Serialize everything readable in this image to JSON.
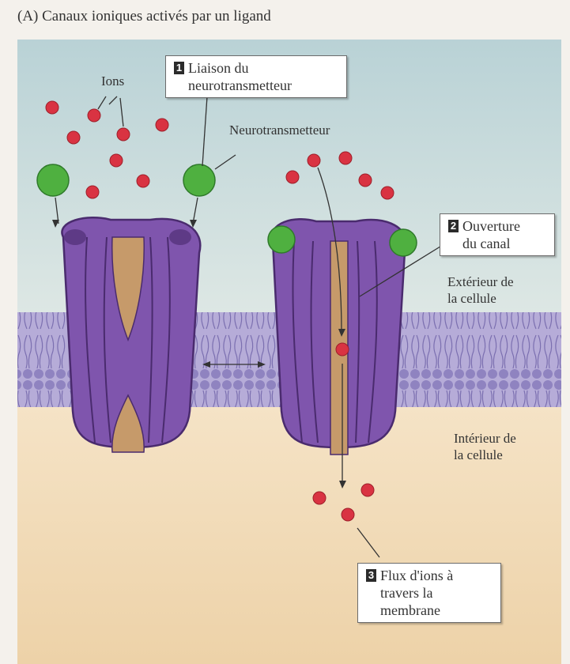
{
  "title": "(A) Canaux ioniques activés par un ligand",
  "labels": {
    "ions": "Ions",
    "neurotransmitter": "Neurotransmetteur",
    "exterior_line1": "Extérieur de",
    "exterior_line2": "la cellule",
    "interior_line1": "Intérieur de",
    "interior_line2": "la cellule"
  },
  "steps": [
    {
      "number": "1",
      "line1": "Liaison du",
      "line2": "neurotransmetteur"
    },
    {
      "number": "2",
      "line1": "Ouverture",
      "line2": "du canal"
    },
    {
      "number": "3",
      "line1": "Flux d'ions à",
      "line2": "travers la",
      "line3": "membrane"
    }
  ],
  "colors": {
    "exterior": "#cfe0dd",
    "interior": "#f0d9b5",
    "membrane": "#aa9fd0",
    "channel": "#7a4fa6",
    "pore": "#c69a6a",
    "ion": "#d93342",
    "neurotransmitter": "#4fb040"
  }
}
